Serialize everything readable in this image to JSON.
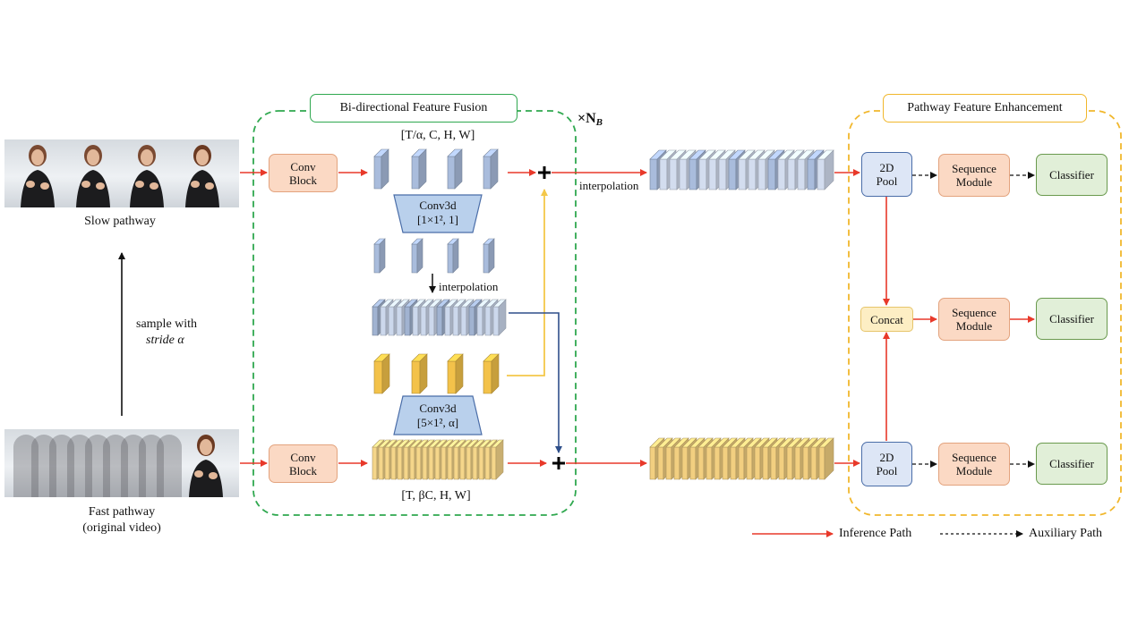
{
  "labels": {
    "slow_pathway": "Slow pathway",
    "fast_pathway_line1": "Fast pathway",
    "fast_pathway_line2": "(original video)",
    "sample_line1": "sample with",
    "sample_line2": "stride α",
    "bff_title": "Bi-directional Feature Fusion",
    "nb": "×N",
    "nb_sub": "B",
    "slow_shape": "[T/α, C, H, W]",
    "fast_shape": "[T, βC, H, W]",
    "interp_inner": "interpolation",
    "interp_outer": "interpolation",
    "pfe_title": "Pathway Feature Enhancement",
    "inference_path": "Inference Path",
    "auxiliary_path": "Auxiliary Path"
  },
  "boxes": {
    "conv_block_slow": [
      "Conv",
      "Block"
    ],
    "conv_block_fast": [
      "Conv",
      "Block"
    ],
    "conv3d_top": [
      "Conv3d",
      "[1×1², 1]"
    ],
    "conv3d_bottom": [
      "Conv3d",
      "[5×1², α]"
    ],
    "pool_top": [
      "2D",
      "Pool"
    ],
    "pool_bottom": [
      "2D",
      "Pool"
    ],
    "concat": "Concat",
    "seq_top": [
      "Sequence",
      "Module"
    ],
    "seq_mid": [
      "Sequence",
      "Module"
    ],
    "seq_bottom": [
      "Sequence",
      "Module"
    ],
    "classifier_top": "Classifier",
    "classifier_mid": "Classifier",
    "classifier_bottom": "Classifier"
  },
  "colors": {
    "inference": "#e8392a",
    "auxiliary": "#111111",
    "fusion_border": "#2fa84f",
    "enhance_border": "#f1b72c",
    "slow_feature": "#a9bcdc",
    "fast_feature": "#f3c24a",
    "blue_arrow": "#2f4f8a",
    "yellow_arrow": "#f4c84a"
  }
}
